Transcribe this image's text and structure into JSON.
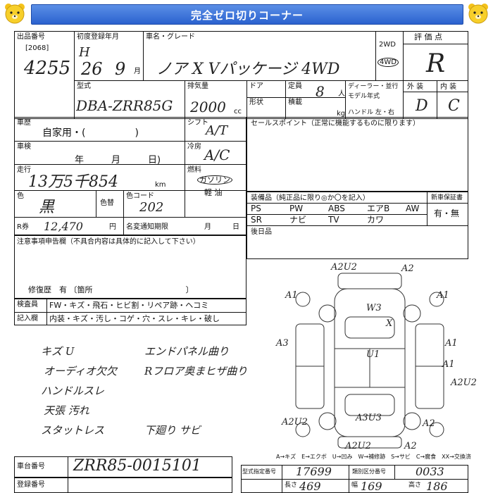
{
  "banner": {
    "title": "完全ゼロ切りコーナー"
  },
  "header": {
    "lot_label": "出品番号",
    "lot_sub": "[2068]",
    "lot_number": "4255",
    "reg_label": "初度登録年月",
    "era": "H",
    "year": "26",
    "month": "9",
    "month_unit": "月",
    "name_label": "車名・グレード",
    "car_name": "ノア X Vパッケージ 4WD",
    "drive_2wd": "2WD",
    "drive_4wd": "4WD",
    "score_label": "評 価 点",
    "score": "R",
    "model_label": "型式",
    "model": "DBA-ZRR85G",
    "disp_label": "排気量",
    "disp": "2000",
    "disp_unit": "cc",
    "door_label": "ドア",
    "shape_label": "形状",
    "cap_label": "定員",
    "cap": "8",
    "cap_unit": "人",
    "load_label": "積載",
    "load_unit": "kg",
    "dealer_label": "ディーラー・並行",
    "model_year_label": "モデル年式",
    "handle_label": "ハンドル 左・右",
    "ext_label": "外 装",
    "int_label": "内 装",
    "ext": "D",
    "int": "C"
  },
  "fields": {
    "type_label": "車歴",
    "type_value": "自家用・(　　　　　)",
    "shift_label": "シフト",
    "shift_value": "A/T",
    "inspect_label": "車検",
    "inspect_value": "年　　　月　　　日)",
    "ac_label": "冷房",
    "ac_value": "A/C",
    "mileage_label": "走行",
    "mileage": "13万5千854",
    "mileage_unit": "km",
    "fuel_label": "燃料",
    "fuel_gas": "ガソリン",
    "fuel_diesel": "軽 油",
    "color_label": "色",
    "color_value": "黒",
    "change_label": "色替",
    "color_code_label": "色コード",
    "color_code": "202",
    "recycle_label": "R券",
    "recycle_value": "12,470",
    "recycle_unit": "円",
    "tax_label": "名変通知期限",
    "tax_value": "月　　　日"
  },
  "sales": {
    "label": "セールスポイント（正常に機能するものに限ります）"
  },
  "equip": {
    "label": "装備品（純正品に限り◎か〇を記入）",
    "items_row1": [
      "PS",
      "PW",
      "ABS",
      "エアB",
      "AW"
    ],
    "items_row2": [
      "SR",
      "ナビ",
      "TV",
      "カワ"
    ],
    "warranty_label": "新車保証書",
    "warranty_value": "有・無",
    "retrofit_label": "後日品"
  },
  "notes": {
    "label": "注意事項申告欄（不具合内容は具体的に記入して下さい）",
    "repair_label": "修復歴　有 〔箇所　　　　　　　　　　　　〕"
  },
  "inspector": {
    "label1": "検査員",
    "label2": "記入欄",
    "row1": "FW・キズ・飛石・ヒビ割・リペア跡・ヘコミ",
    "row2": "内装・キズ・汚し・コゲ・穴・スレ・キレ・破し"
  },
  "remarks": {
    "left": [
      "キズ U",
      "オーディオ欠欠",
      "ハンドルスレ",
      "天張 汚れ",
      "スタットレス"
    ],
    "right": [
      "エンドパネル曲り",
      "Rフロア奥まヒザ曲り",
      "",
      "",
      "下廻り サビ"
    ]
  },
  "diagram": {
    "marks": [
      "A2U2",
      "A2",
      "A1",
      "A1",
      "W3",
      "X",
      "A3",
      "A1",
      "U1",
      "A1",
      "A2U2",
      "A2U2",
      "A3U3",
      "A2",
      "A2",
      "A2U2"
    ],
    "legend": "A→キズ　E→エクボ　U→凹み　W→補修跡　S→サビ　C→腐食　XX→交換済"
  },
  "chassis": {
    "label": "車台番号",
    "value": "ZRR85-0015101"
  },
  "bottom": {
    "plate_label": "登録番号",
    "type_cert_label": "型式指定番号",
    "type_cert": "17699",
    "class_label": "類別区分番号",
    "class_value": "0033",
    "length_label": "長さ",
    "length": "469",
    "width_label": "幅",
    "width": "169",
    "height_label": "高さ",
    "height": "186"
  }
}
